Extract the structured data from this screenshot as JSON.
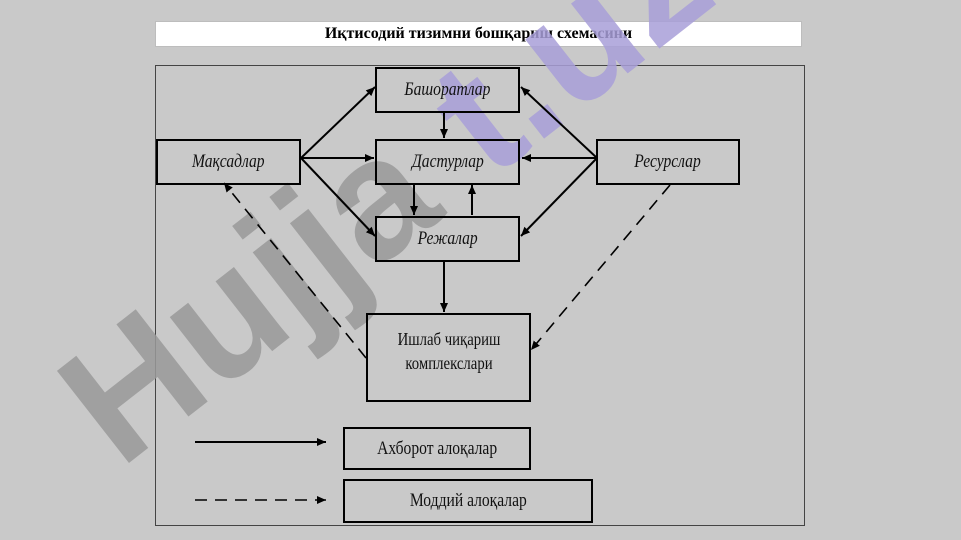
{
  "title": "Иқтисодий тизимни бошқариш схемасини",
  "watermark": "Hujjat.uz",
  "nodes": {
    "bashoratlar": "Башоратлар",
    "dasturlar": "Дастурлар",
    "maqsadlar": "Мақсадлар",
    "resurslar": "Ресурслар",
    "rejalar": "Режалар",
    "ishlab": "Ишлаб чиқариш комплекслари"
  },
  "legend": {
    "information_links": "Ахборот алоқалар",
    "material_links": "Моддий алоқалар"
  },
  "colors": {
    "background": "#c9c9c9",
    "watermark_purple": "#a99fd9",
    "watermark_gray": "#9a9a9a"
  }
}
